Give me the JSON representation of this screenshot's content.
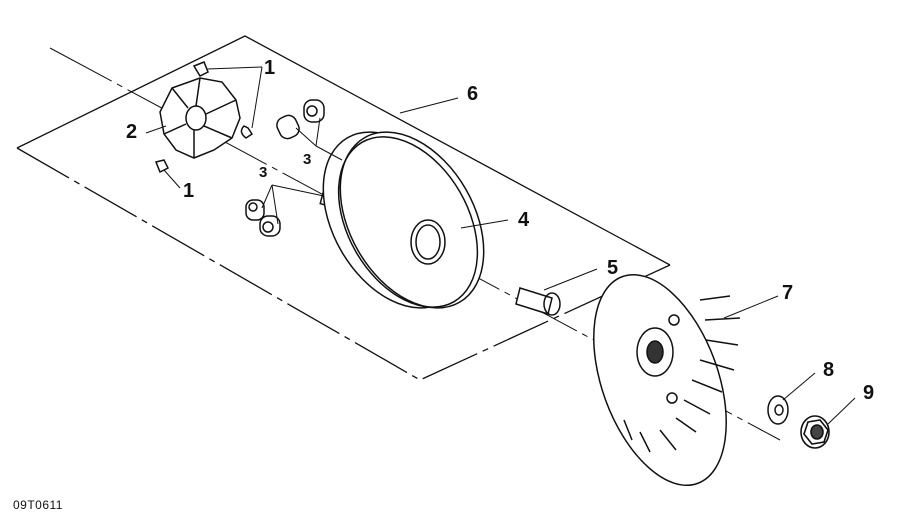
{
  "diagram": {
    "type": "exploded-parts-diagram",
    "figure_id": "09T0611",
    "line_color": "#111111",
    "background": "#ffffff",
    "callouts": [
      {
        "id": "c1a",
        "label": "1",
        "part": "slider-clip-upper"
      },
      {
        "id": "c1b",
        "label": "1",
        "part": "slider-clip-lower"
      },
      {
        "id": "c2",
        "label": "2",
        "part": "ramp-plate"
      },
      {
        "id": "c3a",
        "label": "3",
        "part": "roller-weights-upper"
      },
      {
        "id": "c3b",
        "label": "3",
        "part": "roller-weights-lower"
      },
      {
        "id": "c4",
        "label": "4",
        "part": "movable-drive-face"
      },
      {
        "id": "c5",
        "label": "5",
        "part": "bushing-sleeve"
      },
      {
        "id": "c6",
        "label": "6",
        "part": "drive-face-assembly-group"
      },
      {
        "id": "c7",
        "label": "7",
        "part": "fixed-drive-face-fan"
      },
      {
        "id": "c8",
        "label": "8",
        "part": "washer"
      },
      {
        "id": "c9",
        "label": "9",
        "part": "flange-nut"
      }
    ]
  }
}
